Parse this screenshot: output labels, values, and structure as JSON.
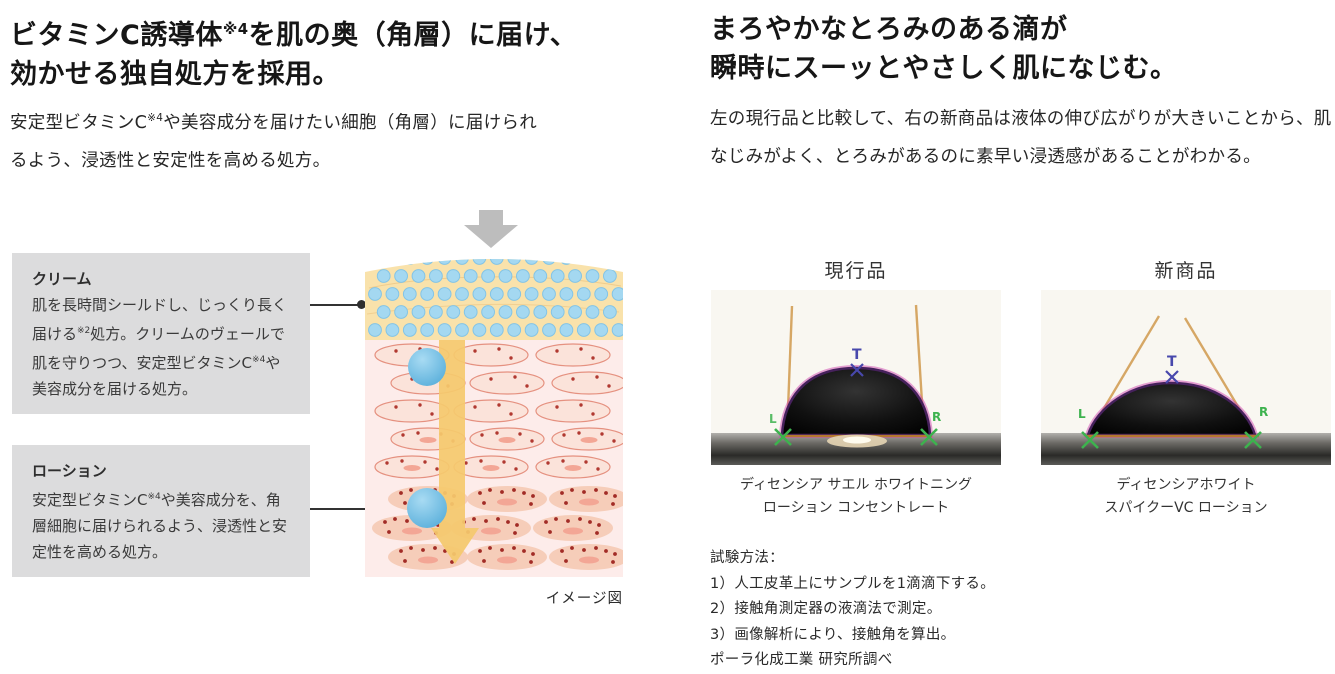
{
  "colors": {
    "box_gray": "#dcdcdd",
    "cream_band": "#f9e2ab",
    "dot_blue": "#a4d8f1",
    "dot_blue_stroke": "#83c4e6",
    "pink_bg": "#fdecea",
    "cell_fill": "#fbe3da",
    "cell_stroke": "#e59180",
    "blob_fill": "#f6cdb9",
    "cell_dot": "#b13931",
    "blob_dot": "#a22c26",
    "nucleus": "#f3a695",
    "arrow_yellow": "#f5c96e",
    "gray_arrow": "#bdbdbd",
    "vc_blue": "#6fc0e6",
    "marker_green": "#3db24e",
    "marker_blue": "#4848ac",
    "tangent_tan": "#d6a765",
    "baseline_orange": "#b5782e"
  },
  "left": {
    "heading": {
      "l1a": "ビタミンC誘導体",
      "l1sup": "※4",
      "l1b": "を肌の奥（角層）に届け、",
      "l2": "効かせる独自処方を採用。"
    },
    "intro": {
      "t1": "安定型ビタミンC",
      "sup": "※4",
      "t2": "や美容成分を届けたい細胞（角層）に届けられるよう、浸透性と安定性を高める処方。"
    },
    "cream_box": {
      "title": "クリーム",
      "t1": "肌を長時間シールドし、じっくり長く届ける",
      "sup1": "※2",
      "t2": "処方。クリームのヴェールで肌を守りつつ、安定型ビタミンC",
      "sup2": "※4",
      "t3": "や美容成分を届ける処方。"
    },
    "lotion_box": {
      "title": "ローション",
      "t1": "安定型ビタミンC",
      "sup1": "※4",
      "t2": "や美容成分を、角層細胞に届けられるよう、浸透性と安定性を高める処方。"
    },
    "diagram_caption": "イメージ図"
  },
  "right": {
    "heading": {
      "l1": "まろやかなとろみのある滴が",
      "l2": "瞬時にスーッとやさしく肌になじむ。"
    },
    "intro": "左の現行品と比較して、右の新商品は液体の伸び広がりが大きいことから、肌なじみがよく、とろみがあるのに素早い浸透感があることがわかる。",
    "comparison": {
      "markers": {
        "top": "T",
        "left": "L",
        "right": "R"
      },
      "current": {
        "label": "現行品",
        "caption_l1": "ディセンシア サエル ホワイトニング",
        "caption_l2": "ローション コンセントレート"
      },
      "new": {
        "label": "新商品",
        "caption_l1": "ディセンシアホワイト",
        "caption_l2": "スパイクーVC ローション"
      }
    },
    "method": {
      "title": "試験方法：",
      "steps": [
        "1）人工皮革上にサンプルを1滴滴下する。",
        "2）接触角測定器の液滴法で測定。",
        "3）画像解析により、接触角を算出。"
      ],
      "source": "ポーラ化成工業 研究所調べ"
    }
  }
}
